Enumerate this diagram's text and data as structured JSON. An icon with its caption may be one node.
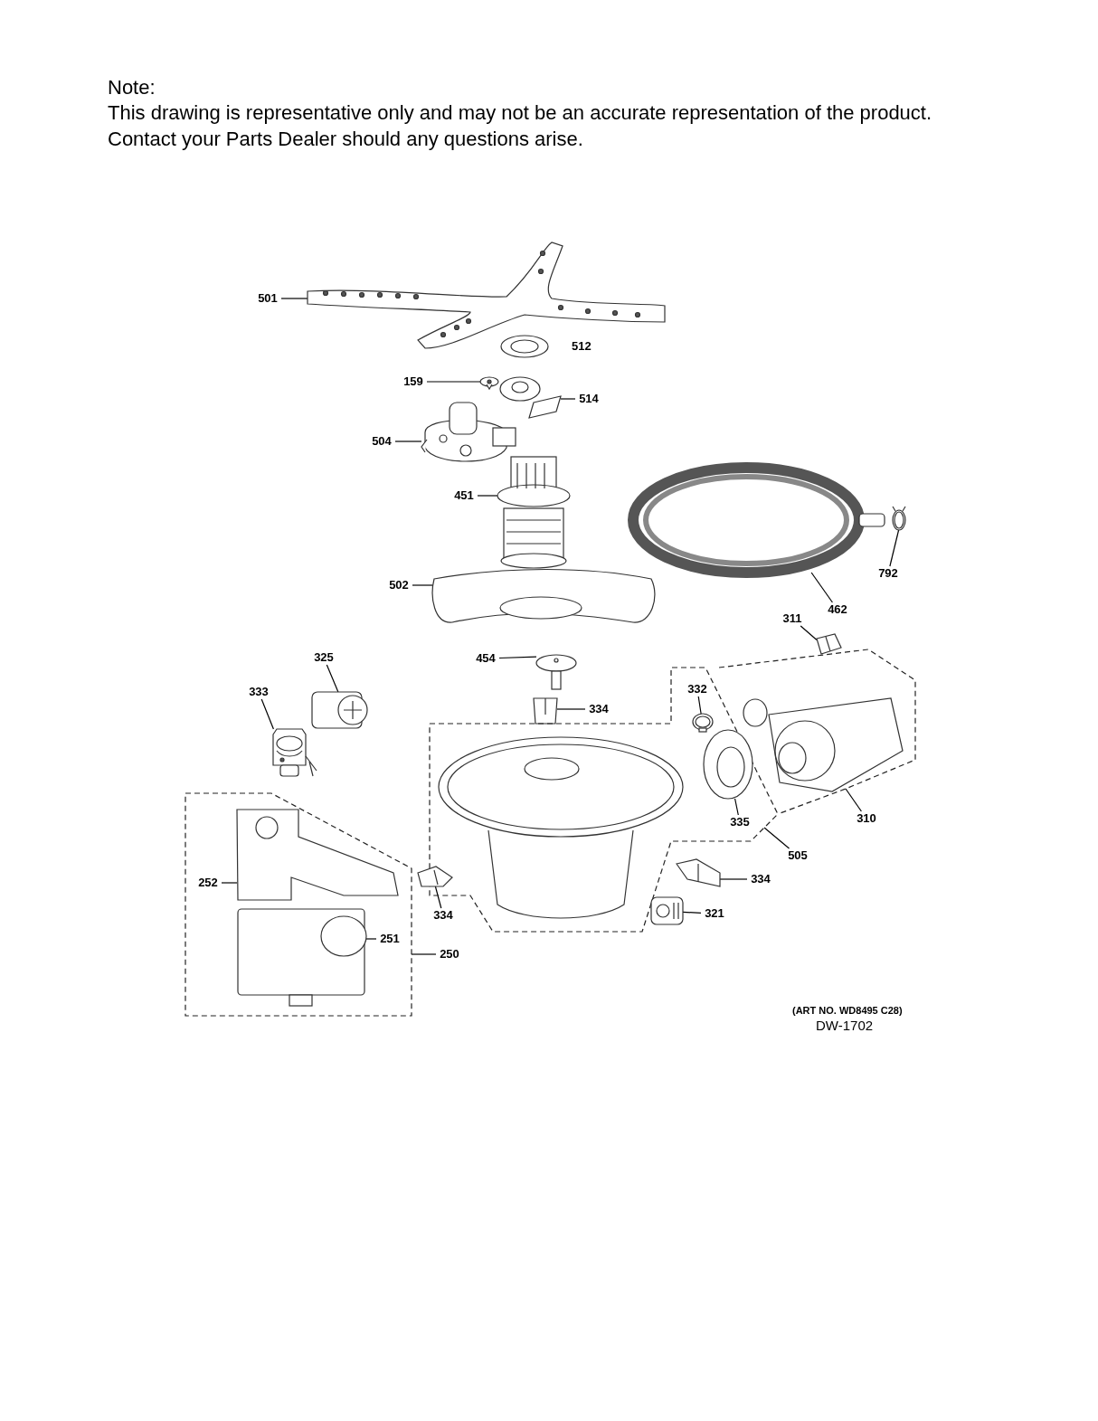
{
  "diagram": {
    "nodes": [
      {
        "text": [
          "501"
        ]
      },
      {
        "text": [],
        "shape": "picture"
      },
      {
        "text": [
          "159"
        ]
      },
      {
        "text": [],
        "shape": "picture"
      },
      {
        "text": [
          "514"
        ]
      },
      {
        "text": [],
        "shape": "picture"
      },
      {
        "text": [
          "504"
        ]
      },
      {
        "text": [],
        "shape": "picture"
      },
      {
        "text": [
          "451"
        ]
      },
      {
        "text": [],
        "shape": "picture"
      },
      {
        "text": [
          "502"
        ]
      },
      {
        "text": [],
        "shape": "picture"
      },
      {
        "text": [],
        "shape": "picture"
      },
      {
        "text": [
          "792"
        ]
      },
      {
        "text": [],
        "shape": "picture"
      },
      {
        "text": [
          "462"
        ]
      },
      {
        "text": [
          "311"
        ]
      },
      {
        "text": [],
        "shape": "picture"
      },
      {
        "text": [
          "325"
        ]
      },
      {
        "text": [],
        "shape": "picture"
      },
      {
        "text": [
          "333"
        ]
      },
      {
        "text": [],
        "shape": "picture"
      },
      {
        "text": [
          "454"
        ]
      },
      {
        "text": [],
        "shape": "picture"
      },
      {
        "text": [
          "334"
        ]
      },
      {
        "text": [],
        "shape": "picture"
      },
      {
        "text": [],
        "shape": "box"
      },
      {
        "text": [
          "332"
        ],
        "in": 26
      },
      {
        "text": [],
        "shape": "picture",
        "in": 26
      },
      {
        "text": [],
        "shape": "picture",
        "in": 26
      },
      {
        "text": [
          "335"
        ],
        "in": 26
      },
      {
        "text": [],
        "shape": "box"
      },
      {
        "text": [
          "505"
        ]
      },
      {
        "text": [
          "310"
        ]
      },
      {
        "text": [],
        "shape": "box"
      },
      {
        "text": [
          "252"
        ],
        "in": 34
      },
      {
        "text": [],
        "shape": "picture",
        "in": 34
      },
      {
        "text": [],
        "shape": "picture"
      },
      {
        "text": [
          "334"
        ]
      },
      {
        "text": [],
        "shape": "picture",
        "in": 34
      },
      {
        "text": [
          "251"
        ],
        "in": 34
      },
      {
        "text": [
          "250"
        ]
      },
      {
        "text": [],
        "shape": "picture"
      },
      {
        "text": [
          "334"
        ]
      },
      {
        "text": [],
        "shape": "picture"
      },
      {
        "text": [
          "321"
        ]
      }
    ],
    "edges": [
      {
        "from": 0,
        "to": 1,
        "arrow": "none"
      },
      {
        "from": 2,
        "to": 3,
        "arrow": "none"
      },
      {
        "from": 4,
        "to": 5,
        "arrow": "none"
      },
      {
        "from": 6,
        "to": 7,
        "arrow": "none"
      },
      {
        "from": 8,
        "to": 9,
        "arrow": "none"
      },
      {
        "from": 10,
        "to": 11,
        "arrow": "none"
      },
      {
        "from": 13,
        "to": 14,
        "arrow": "none"
      },
      {
        "from": 15,
        "to": 12,
        "arrow": "none"
      },
      {
        "from": 16,
        "to": 17,
        "arrow": "none"
      },
      {
        "from": 18,
        "to": 19,
        "arrow": "none"
      },
      {
        "from": 20,
        "to": 21,
        "arrow": "none"
      },
      {
        "from": 22,
        "to": 23,
        "arrow": "none"
      },
      {
        "from": 24,
        "to": 25,
        "arrow": "none"
      },
      {
        "from": 27,
        "to": 28,
        "arrow": "none"
      },
      {
        "from": 30,
        "to": 29,
        "arrow": "none"
      },
      {
        "from": 33,
        "to": 31,
        "arrow": "none"
      },
      {
        "from": 32,
        "to": 26,
        "arrow": "none"
      },
      {
        "from": 35,
        "to": 36,
        "arrow": "none"
      },
      {
        "from": 38,
        "to": 37,
        "arrow": "none"
      },
      {
        "from": 43,
        "to": 42,
        "arrow": "none"
      },
      {
        "from": 40,
        "to": 39,
        "arrow": "none"
      },
      {
        "from": 45,
        "to": 44,
        "arrow": "none"
      },
      {
        "from": 41,
        "to": 34,
        "arrow": "none"
      }
    ],
    "labels": [
      "Note:",
      "This drawing is representative only and may not be an accurate representation of the product.",
      "Contact your Parts Dealer should any questions arise.",
      "512",
      "(ART NO. WD8495 C28)",
      "DW-1702"
    ]
  }
}
